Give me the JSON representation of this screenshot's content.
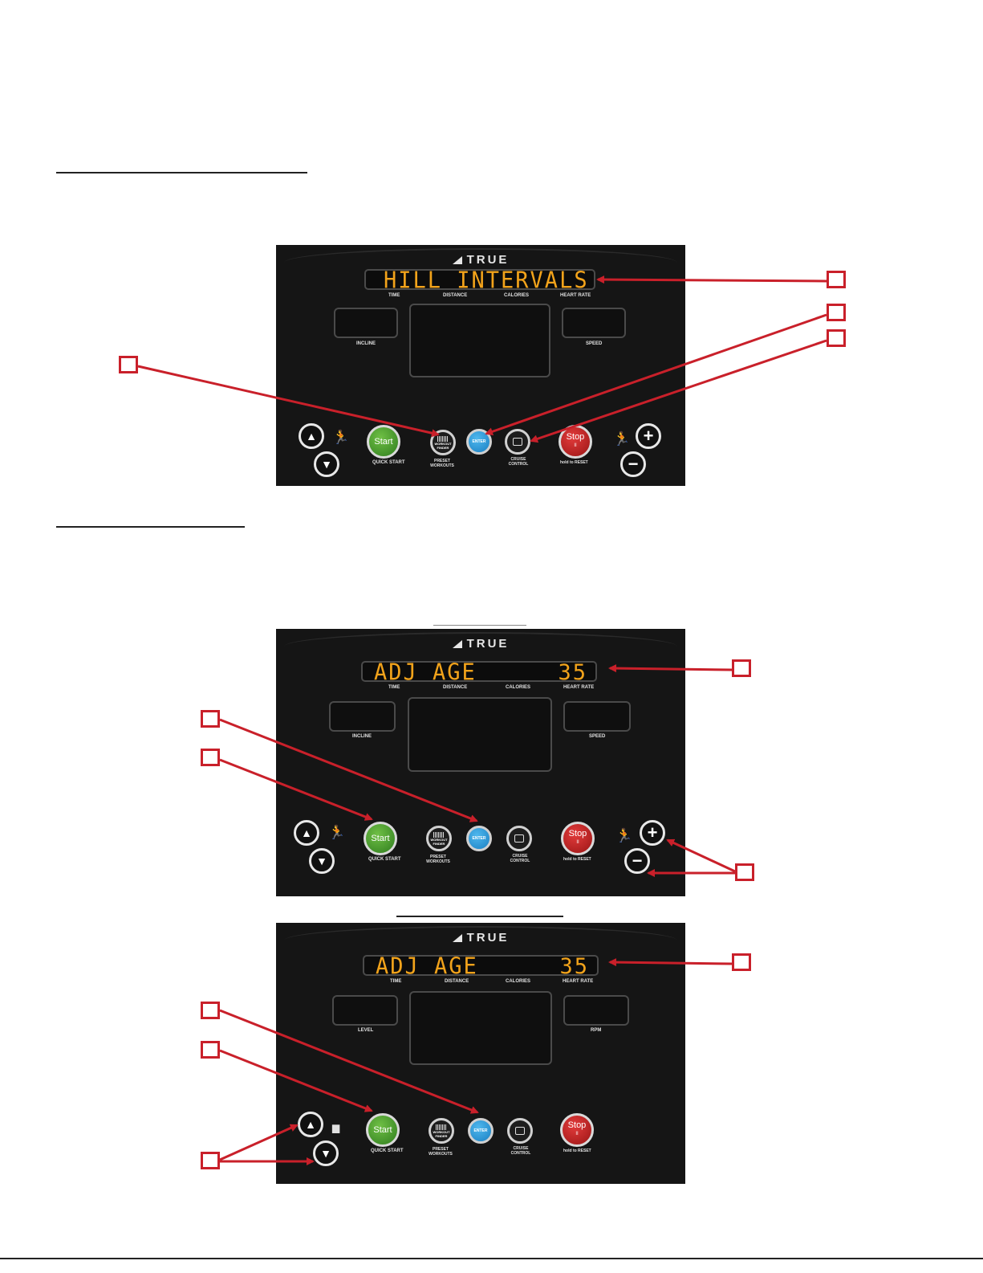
{
  "panels": [
    {
      "brand": "TRUE",
      "display_text": "HILL INTERVALS",
      "display_value": "",
      "labels": {
        "time": "TIME",
        "distance": "DISTANCE",
        "calories": "CALORIES",
        "heart_rate": "HEART RATE"
      },
      "left_window_label": "INCLINE",
      "right_window_label": "SPEED",
      "start_label": "Start",
      "quick_start_label": "QUICK START",
      "workout_finder_label": "WORKOUT FINDER",
      "preset_workouts_label": "PRESET WORKOUTS",
      "enter_label": "ENTER",
      "cruise_control_label": "CRUISE CONTROL",
      "stop_label": "Stop",
      "hold_to_reset_label": "hold to RESET"
    },
    {
      "brand": "TRUE",
      "display_text": "ADJ AGE",
      "display_value": "35",
      "labels": {
        "time": "TIME",
        "distance": "DISTANCE",
        "calories": "CALORIES",
        "heart_rate": "HEART RATE"
      },
      "left_window_label": "INCLINE",
      "right_window_label": "SPEED",
      "start_label": "Start",
      "quick_start_label": "QUICK START",
      "workout_finder_label": "WORKOUT FINDER",
      "preset_workouts_label": "PRESET WORKOUTS",
      "enter_label": "ENTER",
      "cruise_control_label": "CRUISE CONTROL",
      "stop_label": "Stop",
      "hold_to_reset_label": "hold to RESET"
    },
    {
      "brand": "TRUE",
      "display_text": "ADJ AGE",
      "display_value": "35",
      "labels": {
        "time": "TIME",
        "distance": "DISTANCE",
        "calories": "CALORIES",
        "heart_rate": "HEART RATE"
      },
      "left_window_label": "LEVEL",
      "right_window_label": "RPM",
      "start_label": "Start",
      "quick_start_label": "QUICK START",
      "workout_finder_label": "WORKOUT FINDER",
      "preset_workouts_label": "PRESET WORKOUTS",
      "enter_label": "ENTER",
      "cruise_control_label": "CRUISE CONTROL",
      "stop_label": "Stop",
      "hold_to_reset_label": "hold to RESET"
    }
  ],
  "colors": {
    "callout": "#c9202a",
    "display": "#f2a31b",
    "start": "#3f8f28",
    "stop": "#c22222",
    "enter": "#2a97dc"
  }
}
